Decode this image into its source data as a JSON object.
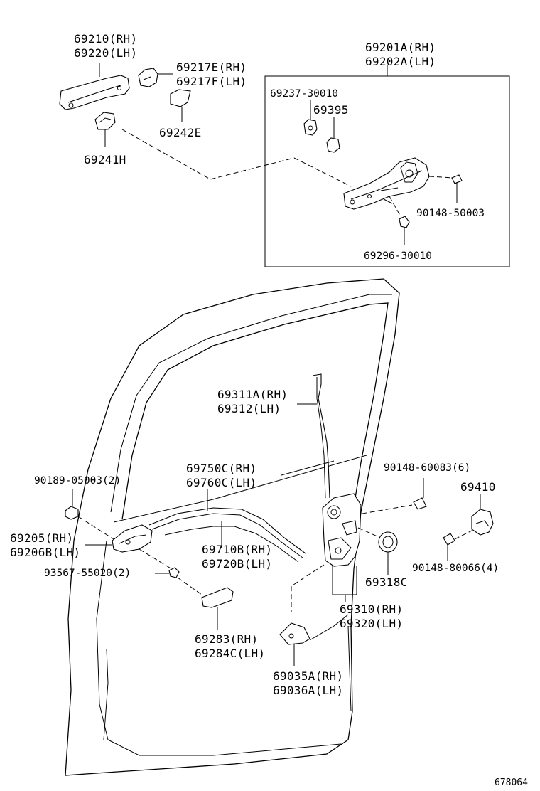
{
  "labels": {
    "p69210": "69210(RH)",
    "p69220": "69220(LH)",
    "p69217E": "69217E(RH)",
    "p69217F": "69217F(LH)",
    "p69242E": "69242E",
    "p69241H": "69241H",
    "p69201A": "69201A(RH)",
    "p69202A": "69202A(LH)",
    "p69237": "69237-30010",
    "p69395": "69395",
    "p90148_50003": "90148-50003",
    "p69296": "69296-30010",
    "p69311A": "69311A(RH)",
    "p69312": "69312(LH)",
    "p90189": "90189-05003(2)",
    "p69750C": "69750C(RH)",
    "p69760C": "69760C(LH)",
    "p90148_60083": "90148-60083(6)",
    "p69410": "69410",
    "p69205": "69205(RH)",
    "p69206B": "69206B(LH)",
    "p93567": "93567-55020(2)",
    "p69710B": "69710B(RH)",
    "p69720B": "69720B(LH)",
    "p90148_80066": "90148-80066(4)",
    "p69318C": "69318C",
    "p69310": "69310(RH)",
    "p69320": "69320(LH)",
    "p69283": "69283(RH)",
    "p69284C": "69284C(LH)",
    "p69035A": "69035A(RH)",
    "p69036A": "69036A(LH)"
  },
  "reference_number": "678064"
}
